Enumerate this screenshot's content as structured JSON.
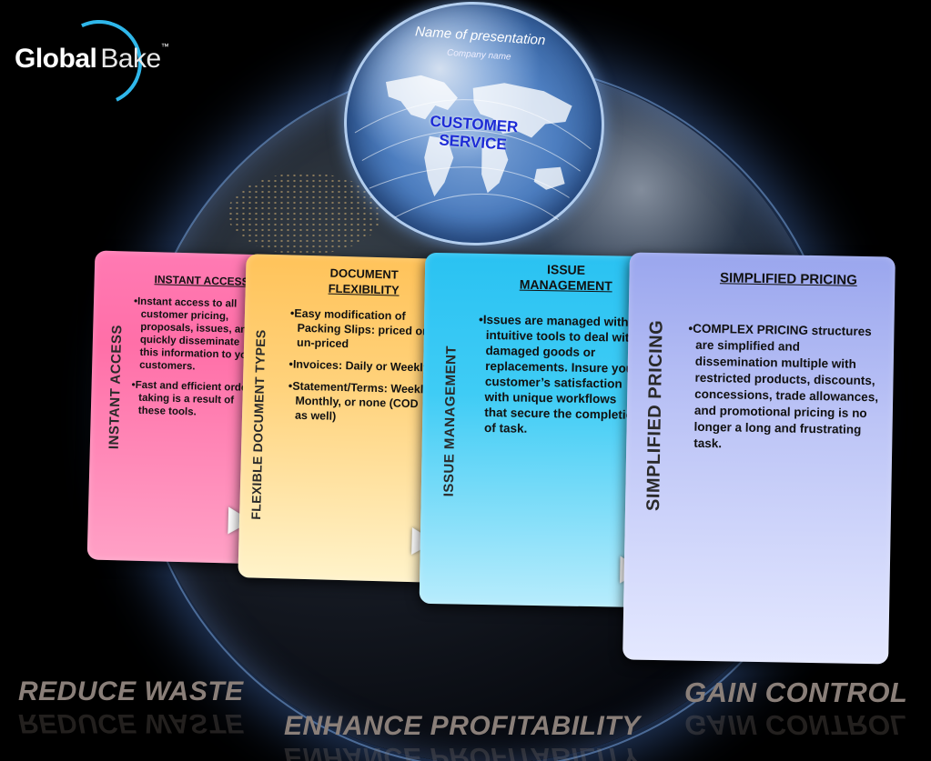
{
  "logo": {
    "brand_left": "Global",
    "brand_right": "Bake",
    "trademark": "™"
  },
  "globe_badge": {
    "title": "Name of presentation",
    "subtitle": "Company name",
    "label_line1": "CUSTOMER",
    "label_line2": "SERVICE"
  },
  "cards": [
    {
      "side_label": "INSTANT ACCESS",
      "heading": [
        "INSTANT ACCESS"
      ],
      "bullets": [
        "Instant access to all customer pricing, proposals, issues, and quickly disseminate this information to your customers.",
        "Fast and efficient order taking is a result of these tools."
      ],
      "color": "#ff74ae"
    },
    {
      "side_label": "FLEXIBLE DOCUMENT TYPES",
      "heading": [
        "DOCUMENT",
        "FLEXIBILITY"
      ],
      "bullets": [
        "Easy modification of Packing Slips: priced or un-priced",
        "Invoices: Daily or Weekly",
        "Statement/Terms: Weekly, Monthly, or none (COD as well)"
      ],
      "color": "#ffc967"
    },
    {
      "side_label": "ISSUE MANAGEMENT",
      "heading": [
        "ISSUE",
        "MANAGEMENT"
      ],
      "bullets": [
        "Issues are  managed with intuitive tools to deal with damaged goods or replacements. Insure your customer’s satisfaction with unique workflows that secure the completion of task."
      ],
      "color": "#35c6f3"
    },
    {
      "side_label": "SIMPLIFIED PRICING",
      "heading": [
        "SIMPLIFIED PRICING"
      ],
      "bullets": [
        "COMPLEX PRICING structures are simplified and dissemination multiple with restricted products, discounts, concessions, trade allowances,  and promotional pricing is no longer a long and frustrating task."
      ],
      "color": "#a9b3f2"
    }
  ],
  "slogans": {
    "left": "REDUCE WASTE",
    "right": "GAIN CONTROL",
    "center": "ENHANCE  PROFITABILITY"
  }
}
